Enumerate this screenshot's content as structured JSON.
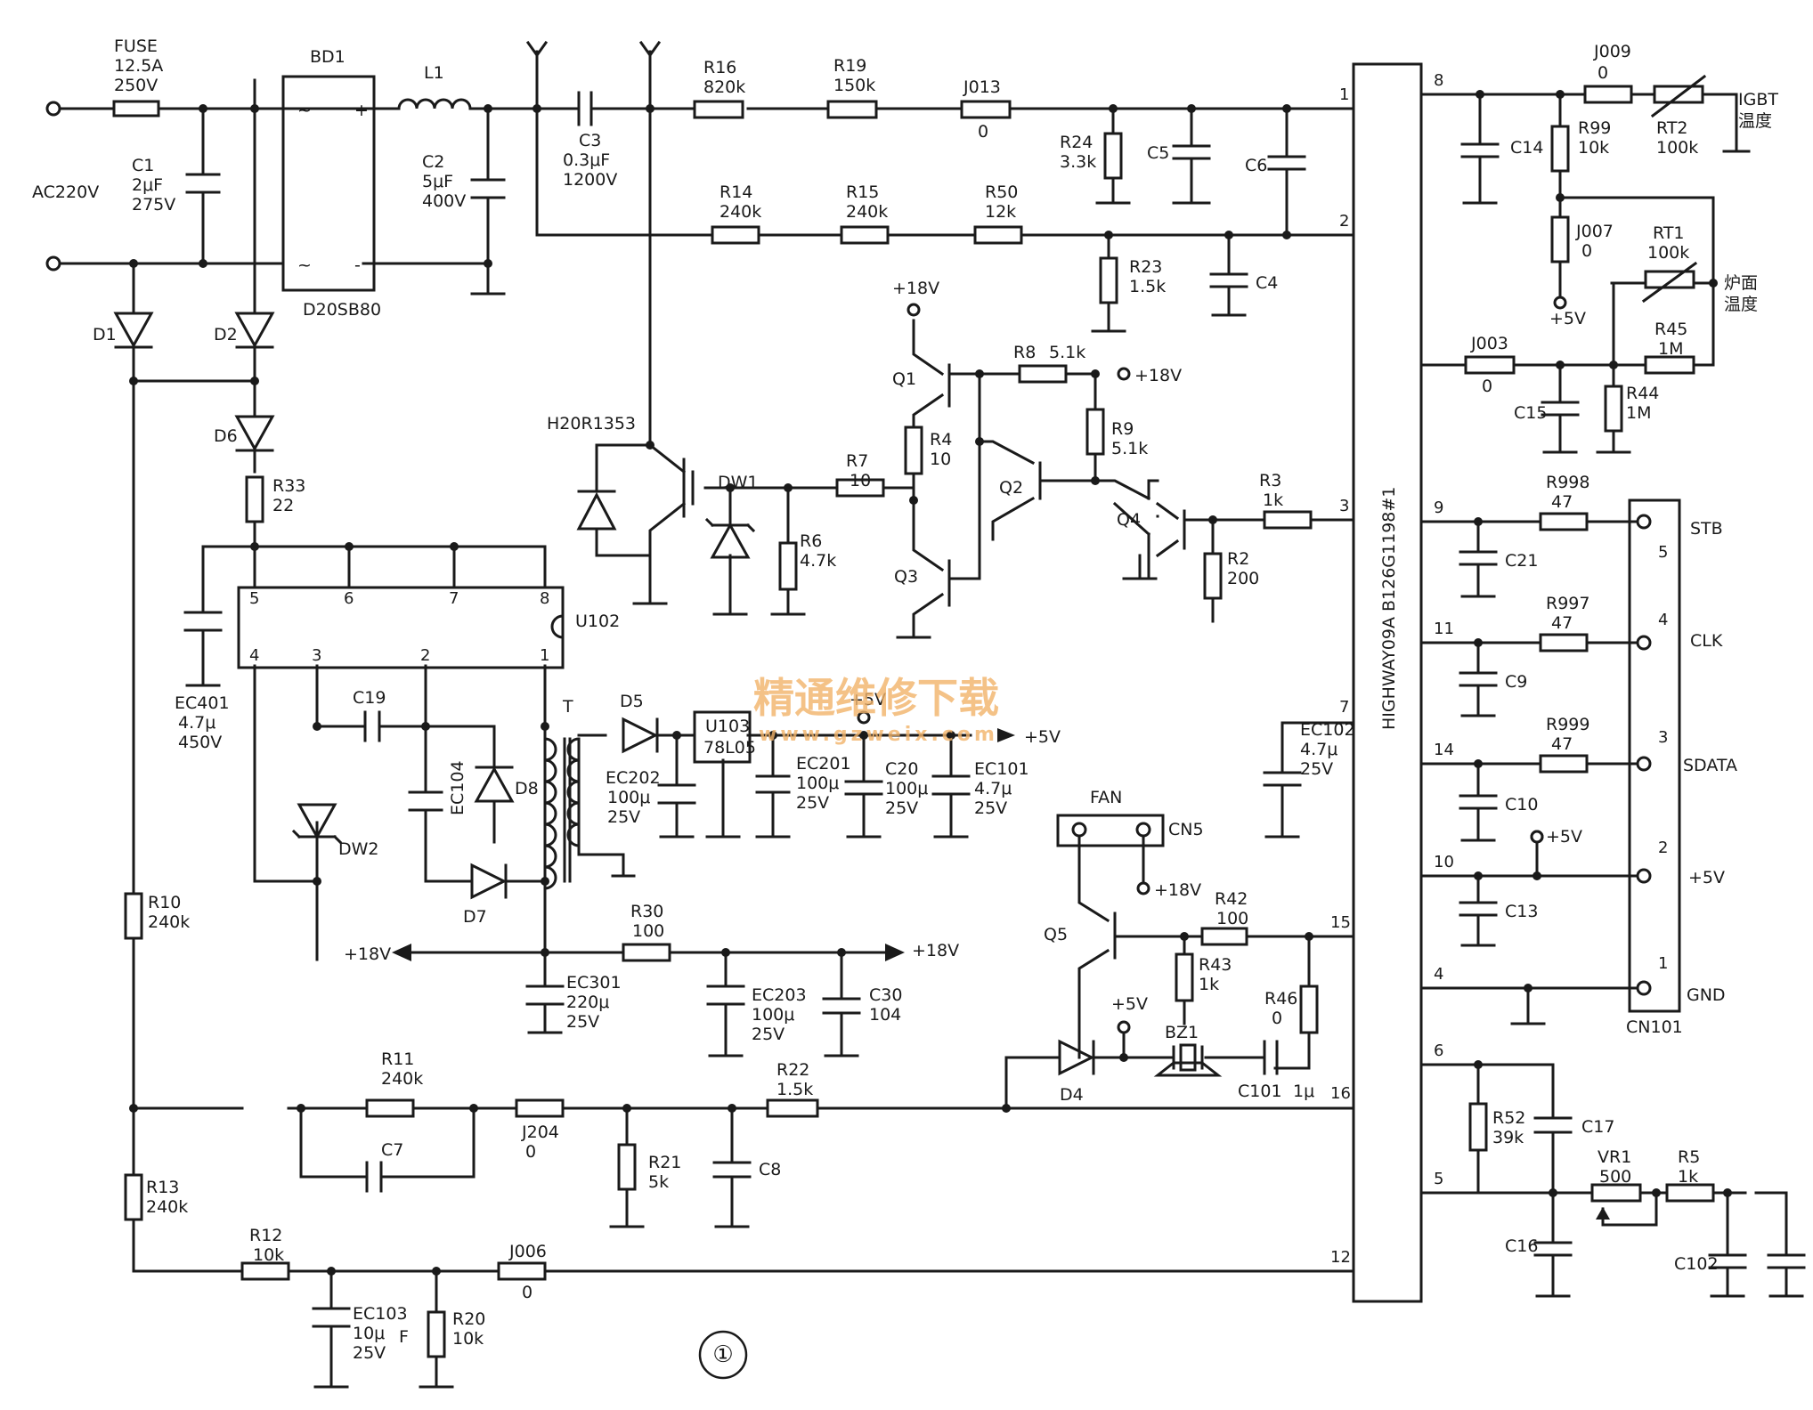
{
  "labels": {
    "fuse": "FUSE",
    "fuse_val1": "12.5A",
    "fuse_val2": "250V",
    "ac_in": "AC220V",
    "c1": "C1",
    "c1_v1": "2μF",
    "c1_v2": "275V",
    "bd1": "BD1",
    "bd1_part": "D20SB80",
    "l1": "L1",
    "c2": "C2",
    "c2_v1": "5μF",
    "c2_v2": "400V",
    "c3": "C3",
    "c3_v1": "0.3μF",
    "c3_v2": "1200V",
    "r16": "R16",
    "r16_v": "820k",
    "r19": "R19",
    "r19_v": "150k",
    "j013": "J013",
    "j013_v": "0",
    "r24": "R24",
    "r24_v": "3.3k",
    "c5": "C5",
    "c6": "C6",
    "r14": "R14",
    "r14_v": "240k",
    "r15": "R15",
    "r15_v": "240k",
    "r50": "R50",
    "r50_v": "12k",
    "r23": "R23",
    "r23_v": "1.5k",
    "c4": "C4",
    "d1": "D1",
    "d2": "D2",
    "d6": "D6",
    "r33": "R33",
    "r33_v": "22",
    "plus18_a": "+18V",
    "q1": "Q1",
    "r8": "R8",
    "r8_v": "5.1k",
    "plus18_b": "+18V",
    "r4": "R4",
    "r4_v": "10",
    "r9": "R9",
    "r9_v": "5.1k",
    "q2": "Q2",
    "h20": "H20R1353",
    "dw1": "DW1",
    "r7": "R7",
    "r7_v": "10",
    "r3": "R3",
    "r3_v": "1k",
    "q4": "Q4",
    "q3": "Q3",
    "r6": "R6",
    "r6_v": "4.7k",
    "r2": "R2",
    "r2_v": "200",
    "u102": "U102",
    "ec401": "EC401",
    "ec401_v1": "4.7μ",
    "ec401_v2": "450V",
    "c19": "C19",
    "t": "T",
    "d5": "D5",
    "u103": "U103",
    "u103_part": "78L05",
    "plus5_a": "+5V",
    "plus5_b": "+5V",
    "ec202": "EC202",
    "ec202_v1": "100μ",
    "ec202_v2": "25V",
    "ec201": "EC201",
    "ec201_v1": "100μ",
    "ec201_v2": "25V",
    "c20": "C20",
    "c20_v1": "100μ",
    "c20_v2": "25V",
    "ec101": "EC101",
    "ec101_v1": "4.7μ",
    "ec101_v2": "25V",
    "ec104": "EC104",
    "d8": "D8",
    "dw2": "DW2",
    "d7": "D7",
    "r10": "R10",
    "r10_v": "240k",
    "plus18_c": "+18V",
    "r30": "R30",
    "r30_v": "100",
    "plus18_d": "+18V",
    "ec301": "EC301",
    "ec301_v1": "220μ",
    "ec301_v2": "25V",
    "ec203": "EC203",
    "ec203_v1": "100μ",
    "ec203_v2": "25V",
    "c30": "C30",
    "c30_v": "104",
    "fan": "FAN",
    "cn5": "CN5",
    "plus18_e": "+18V",
    "q5": "Q5",
    "r42": "R42",
    "r42_v": "100",
    "r43": "R43",
    "r43_v": "1k",
    "r46": "R46",
    "r46_v": "0",
    "plus5_c": "+5V",
    "bz1": "BZ1",
    "d4": "D4",
    "c101": "C101",
    "c101_v": "1μ",
    "r11": "R11",
    "r11_v": "240k",
    "c7": "C7",
    "j204": "J204",
    "j204_v": "0",
    "r21": "R21",
    "r21_v": "5k",
    "c8": "C8",
    "r22": "R22",
    "r22_v": "1.5k",
    "r13": "R13",
    "r13_v": "240k",
    "r12": "R12",
    "r12_v": "10k",
    "ec103": "EC103",
    "ec103_v1": "10μ",
    "ec103_v2": "25V",
    "ec103_f": "F",
    "r20": "R20",
    "r20_v": "10k",
    "j006": "J006",
    "j006_v": "0",
    "ec102": "EC102",
    "ec102_v1": "4.7μ",
    "ec102_v2": "25V",
    "mcu": "HIGHWAY09A B126G1198#1",
    "j009": "J009",
    "j009_v": "0",
    "igbt1": "IGBT",
    "igbt2": "温度",
    "c14": "C14",
    "r99": "R99",
    "r99_v": "10k",
    "rt2": "RT2",
    "rt2_v": "100k",
    "j007": "J007",
    "j007_v": "0",
    "rt1": "RT1",
    "rt1_v": "100k",
    "plate1": "炉面",
    "plate2": "温度",
    "plus5_d": "+5V",
    "j003": "J003",
    "j003_v": "0",
    "r45": "R45",
    "r45_v": "1M",
    "c15": "C15",
    "r44": "R44",
    "r44_v": "1M",
    "r998": "R998",
    "r998_v": "47",
    "c21": "C21",
    "stb": "STB",
    "r997": "R997",
    "r997_v": "47",
    "c9": "C9",
    "clk": "CLK",
    "r999": "R999",
    "r999_v": "47",
    "c10": "C10",
    "sdata": "SDATA",
    "plus5_e": "+5V",
    "c13": "C13",
    "plus5_f": "+5V",
    "gnd": "GND",
    "cn101": "CN101",
    "r52": "R52",
    "r52_v": "39k",
    "c17": "C17",
    "vr1": "VR1",
    "vr1_v": "500",
    "r5": "R5",
    "r5_v": "1k",
    "c16": "C16",
    "c102": "C102",
    "fig": "①",
    "wm1": "精通维修下载",
    "wm2": "www.gzweix.com"
  },
  "mcu_pins": [
    "1",
    "2",
    "3",
    "7",
    "15",
    "16",
    "12",
    "8",
    "9",
    "11",
    "14",
    "10",
    "4",
    "6",
    "5"
  ],
  "u102_pins": [
    "5",
    "6",
    "7",
    "8",
    "4",
    "3",
    "2",
    "1"
  ],
  "cn101_pins": [
    "5",
    "4",
    "3",
    "2",
    "1"
  ]
}
